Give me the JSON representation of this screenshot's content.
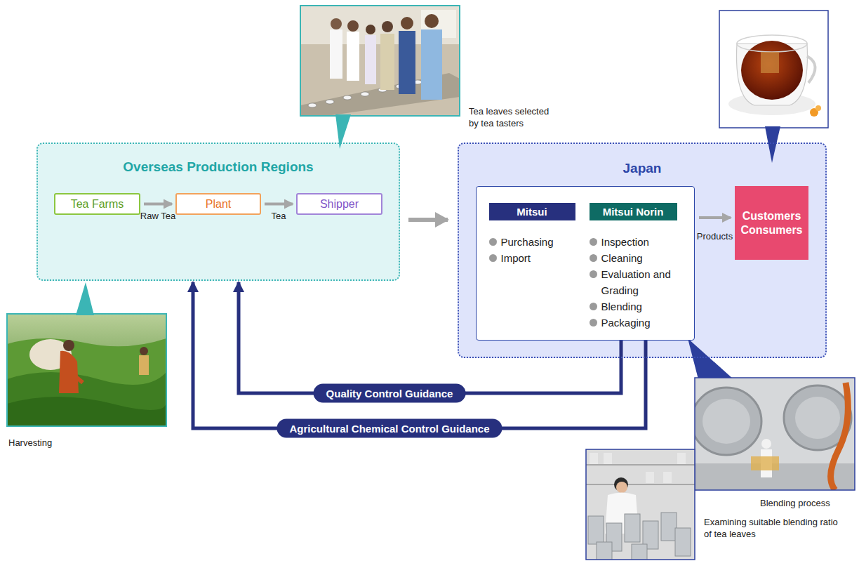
{
  "diagram": {
    "nodes": [
      {
        "text": [
          "Overseas Production Regions"
        ]
      },
      {
        "text": [
          "Tea Farms"
        ],
        "in": 0
      },
      {
        "text": [
          "Plant"
        ],
        "in": 0
      },
      {
        "text": [
          "Shipper"
        ],
        "in": 0
      },
      {
        "text": [
          "Japan"
        ]
      },
      {
        "text": [],
        "in": 4
      },
      {
        "text": [
          "Mitsui",
          "Purchasing",
          "Import"
        ],
        "in": 5
      },
      {
        "text": [
          "Mitsui Norin",
          "Inspection",
          "Cleaning",
          "Evaluation and Grading",
          "Blending",
          "Packaging"
        ],
        "in": 5
      },
      {
        "text": [
          "Customers Consumers"
        ],
        "in": 4
      }
    ],
    "edges": [
      {
        "from": 1,
        "to": 2,
        "arrow": "to",
        "label": "Raw Tea"
      },
      {
        "from": 2,
        "to": 3,
        "arrow": "to",
        "label": "Tea"
      },
      {
        "from": 0,
        "to": 4,
        "arrow": "to"
      },
      {
        "from": 5,
        "to": 8,
        "arrow": "to",
        "label": "Products"
      },
      {
        "from": 5,
        "to": 0,
        "arrow": "to",
        "label": "Quality Control Guidance"
      },
      {
        "from": 5,
        "to": 0,
        "arrow": "to",
        "label": "Agricultural Chemical Control Guidance"
      }
    ],
    "labels": [
      "Tea leaves selected by tea tasters",
      "Harvesting",
      "Blending process",
      "Examining suitable blending ratio of tea leaves"
    ]
  }
}
